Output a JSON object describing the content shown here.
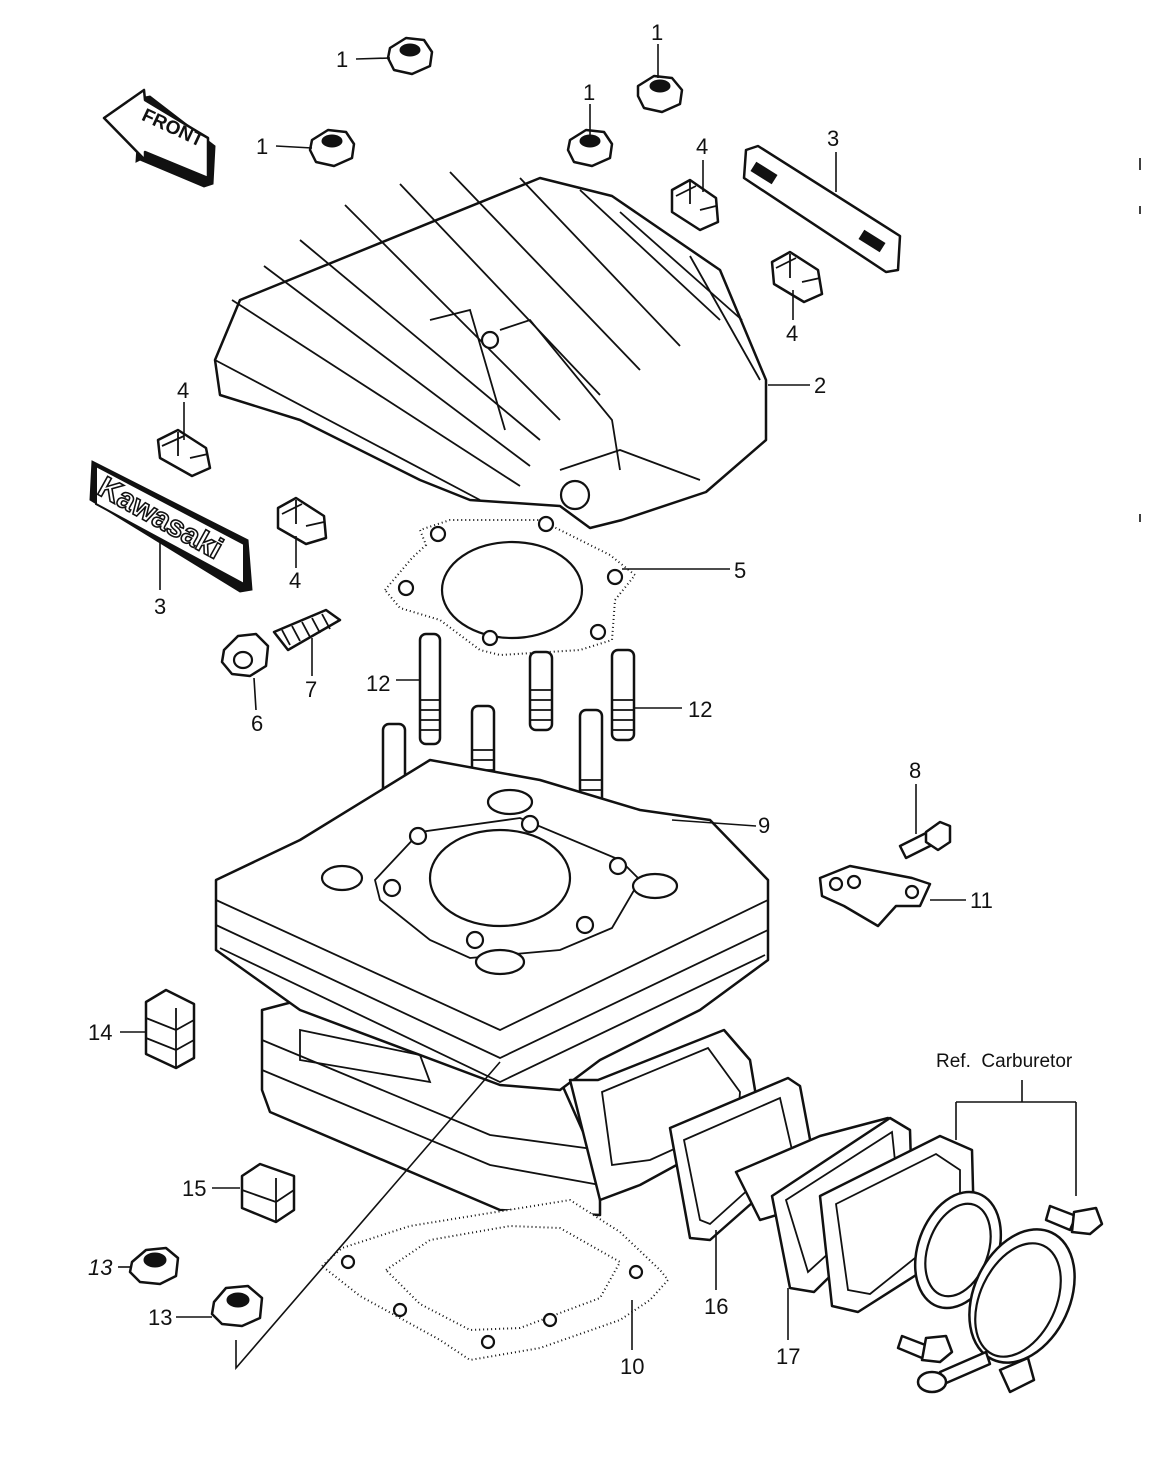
{
  "front_arrow": {
    "label": "FRONT"
  },
  "emblem": {
    "text": "Kawasaki"
  },
  "reference": {
    "label": "Ref.  Carburetor"
  },
  "callouts": [
    {
      "id": "c1a",
      "text": "1"
    },
    {
      "id": "c1b",
      "text": "1"
    },
    {
      "id": "c1c",
      "text": "1"
    },
    {
      "id": "c1d",
      "text": "1"
    },
    {
      "id": "c2",
      "text": "2"
    },
    {
      "id": "c3a",
      "text": "3"
    },
    {
      "id": "c3b",
      "text": "3"
    },
    {
      "id": "c4a",
      "text": "4"
    },
    {
      "id": "c4b",
      "text": "4"
    },
    {
      "id": "c4c",
      "text": "4"
    },
    {
      "id": "c4d",
      "text": "4"
    },
    {
      "id": "c5",
      "text": "5"
    },
    {
      "id": "c6",
      "text": "6"
    },
    {
      "id": "c7",
      "text": "7"
    },
    {
      "id": "c8",
      "text": "8"
    },
    {
      "id": "c9",
      "text": "9"
    },
    {
      "id": "c10",
      "text": "10"
    },
    {
      "id": "c11",
      "text": "11"
    },
    {
      "id": "c12a",
      "text": "12"
    },
    {
      "id": "c12b",
      "text": "12"
    },
    {
      "id": "c13a",
      "text": "13"
    },
    {
      "id": "c13b",
      "text": "13"
    },
    {
      "id": "c14",
      "text": "14"
    },
    {
      "id": "c15",
      "text": "15"
    },
    {
      "id": "c16",
      "text": "16"
    },
    {
      "id": "c17",
      "text": "17"
    }
  ]
}
